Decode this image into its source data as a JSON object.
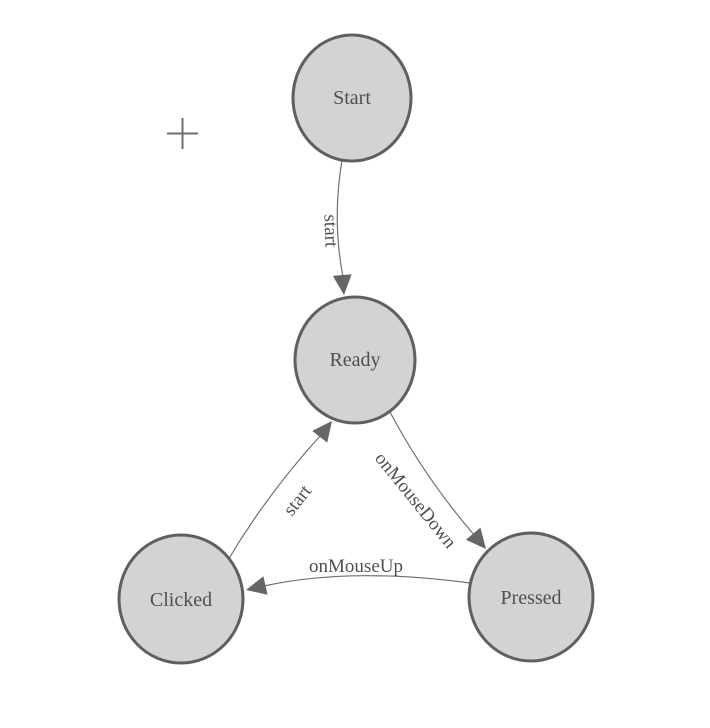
{
  "canvas": {
    "background": "#ffffff"
  },
  "colors": {
    "node_fill": "#d3d3d3",
    "node_stroke": "#5f5f5f",
    "edge_stroke": "#6f6f6f",
    "arrow_fill": "#666666",
    "label_text": "#4f4f4f",
    "crosshair": "#6e6e6e"
  },
  "icons": {
    "crosshair": "plus-crosshair-icon"
  },
  "nodes": [
    {
      "id": "start",
      "label": "Start"
    },
    {
      "id": "ready",
      "label": "Ready"
    },
    {
      "id": "clicked",
      "label": "Clicked"
    },
    {
      "id": "pressed",
      "label": "Pressed"
    }
  ],
  "edges": [
    {
      "from": "Start",
      "to": "Ready",
      "label": "start"
    },
    {
      "from": "Clicked",
      "to": "Ready",
      "label": "start"
    },
    {
      "from": "Ready",
      "to": "Pressed",
      "label": "onMouseDown"
    },
    {
      "from": "Pressed",
      "to": "Clicked",
      "label": "onMouseUp"
    }
  ]
}
